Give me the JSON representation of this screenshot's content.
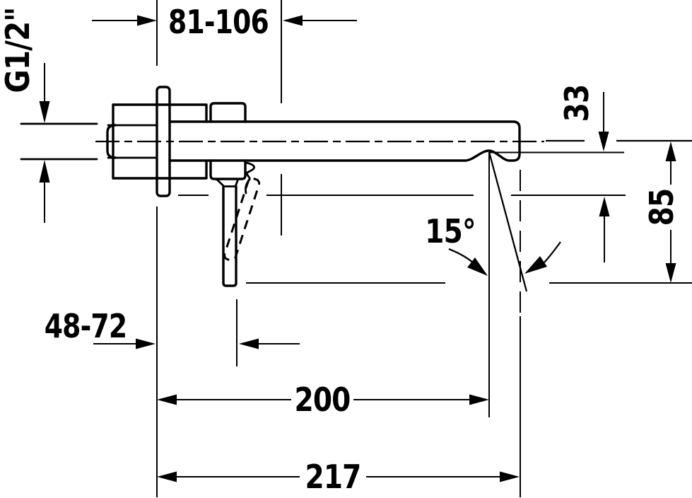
{
  "drawing": {
    "background_color": "#ffffff",
    "line_color": "#000000",
    "description": "Technical dimension drawing, side elevation of a wall-mounted single-lever basin mixer with spout, lever handle (solid and dashed alternate position), concealed supply connection and dimension annotations in millimetres",
    "labels": {
      "thread": "G1/2\"",
      "install_depth_range": "81-106",
      "outlet_drop": "33",
      "outlet_height": "85",
      "stream_angle": "15°",
      "handle_depth_range": "48-72",
      "spout_reach": "200",
      "total_projection": "217"
    }
  }
}
